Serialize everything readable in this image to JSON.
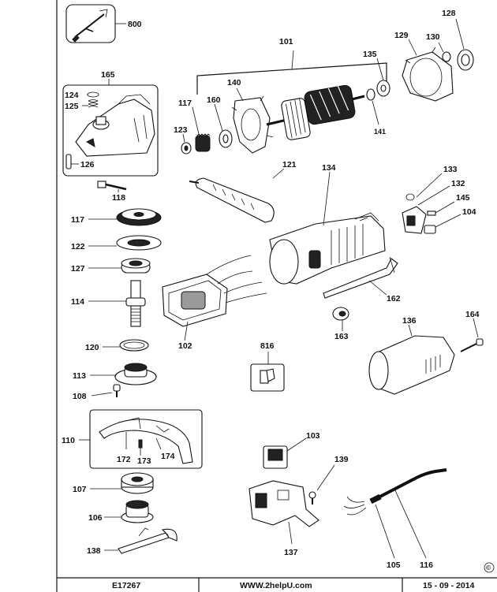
{
  "footer": {
    "drawing_number": "E17267",
    "website": "WWW.2helpU.com",
    "date": "15 - 09 - 2014",
    "copyright_symbol": "©"
  },
  "parts": [
    {
      "id": "800",
      "label": "800"
    },
    {
      "id": "101",
      "label": "101"
    },
    {
      "id": "128",
      "label": "128"
    },
    {
      "id": "129",
      "label": "129"
    },
    {
      "id": "130",
      "label": "130"
    },
    {
      "id": "135",
      "label": "135"
    },
    {
      "id": "165",
      "label": "165"
    },
    {
      "id": "124",
      "label": "124"
    },
    {
      "id": "125",
      "label": "125"
    },
    {
      "id": "126",
      "label": "126"
    },
    {
      "id": "140",
      "label": "140"
    },
    {
      "id": "117a",
      "label": "117"
    },
    {
      "id": "160",
      "label": "160"
    },
    {
      "id": "123",
      "label": "123"
    },
    {
      "id": "141",
      "label": "141"
    },
    {
      "id": "121",
      "label": "121"
    },
    {
      "id": "134",
      "label": "134"
    },
    {
      "id": "133",
      "label": "133"
    },
    {
      "id": "132",
      "label": "132"
    },
    {
      "id": "145",
      "label": "145"
    },
    {
      "id": "104",
      "label": "104"
    },
    {
      "id": "118",
      "label": "118"
    },
    {
      "id": "117b",
      "label": "117"
    },
    {
      "id": "122",
      "label": "122"
    },
    {
      "id": "127",
      "label": "127"
    },
    {
      "id": "114",
      "label": "114"
    },
    {
      "id": "162",
      "label": "162"
    },
    {
      "id": "102",
      "label": "102"
    },
    {
      "id": "163",
      "label": "163"
    },
    {
      "id": "136",
      "label": "136"
    },
    {
      "id": "164",
      "label": "164"
    },
    {
      "id": "120",
      "label": "120"
    },
    {
      "id": "816",
      "label": "816"
    },
    {
      "id": "113",
      "label": "113"
    },
    {
      "id": "108",
      "label": "108"
    },
    {
      "id": "110",
      "label": "110"
    },
    {
      "id": "172",
      "label": "172"
    },
    {
      "id": "173",
      "label": "173"
    },
    {
      "id": "174",
      "label": "174"
    },
    {
      "id": "103",
      "label": "103"
    },
    {
      "id": "139",
      "label": "139"
    },
    {
      "id": "107",
      "label": "107"
    },
    {
      "id": "106",
      "label": "106"
    },
    {
      "id": "138",
      "label": "138"
    },
    {
      "id": "137",
      "label": "137"
    },
    {
      "id": "105",
      "label": "105"
    },
    {
      "id": "116",
      "label": "116"
    }
  ]
}
